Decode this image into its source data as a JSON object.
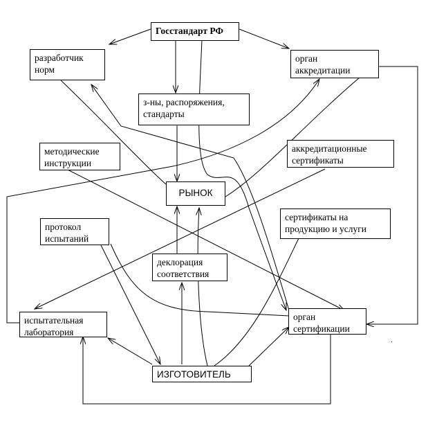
{
  "nodes": {
    "gosstandart": "Госстандарт РФ",
    "developer": "разработчик\nнорм",
    "accreditation_body": "орган\nаккредитации",
    "laws": "з-ны, распоряжения,\nстандарты",
    "method_instructions": "методические\nинструкции",
    "accreditation_certificates": "аккредитационные\nсертификаты",
    "market": "РЫНОК",
    "product_certificates": "сертификаты на\nпродукцию и услуги",
    "test_protocol": "протокол\nиспытаний",
    "declaration": "деклорация\nсоответствия",
    "test_lab": "испытательная\nлаборатория",
    "cert_body": "орган\nсертификации",
    "manufacturer": "ИЗГОТОВИТЕЛЬ"
  }
}
